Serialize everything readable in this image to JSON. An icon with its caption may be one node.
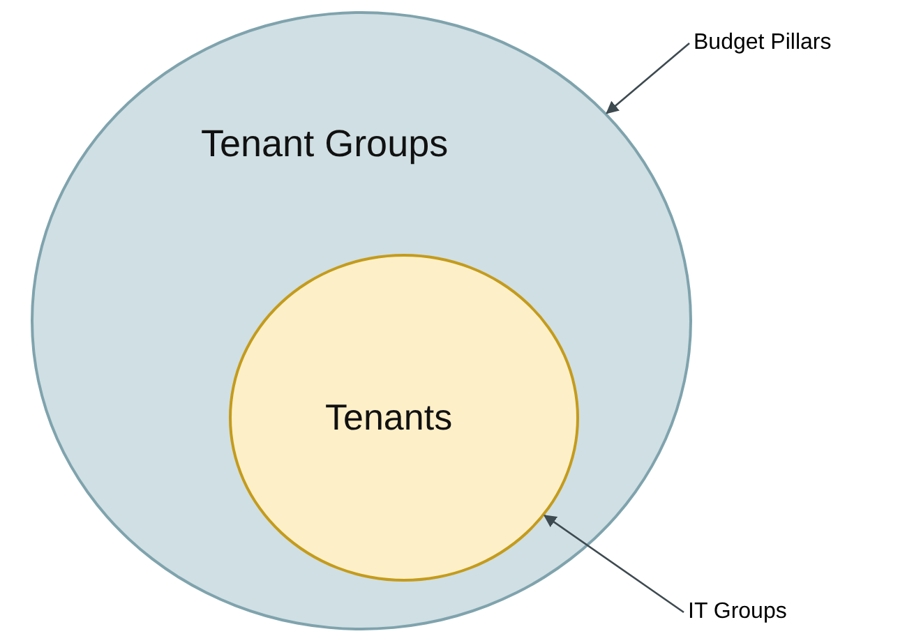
{
  "diagram": {
    "nodes": [
      {
        "text": [
          "Tenant Groups"
        ]
      },
      {
        "text": [
          "Tenants"
        ],
        "in": 0
      },
      {
        "text": [
          "Budget Pillars"
        ]
      },
      {
        "text": [
          "IT Groups"
        ]
      }
    ],
    "edges": [
      {
        "from": 2,
        "to": 0,
        "arrow": "to"
      },
      {
        "from": 3,
        "to": 1,
        "arrow": "to"
      }
    ]
  }
}
